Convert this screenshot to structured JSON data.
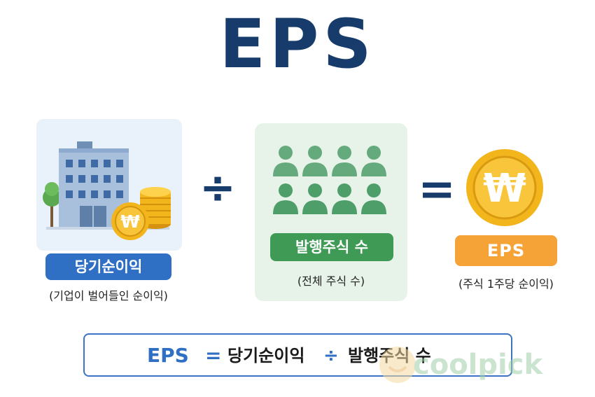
{
  "title": "EPS",
  "company_block": {
    "label": "당기순이익",
    "caption": "(기업이 벌어들인 순이익)",
    "icon": "building-with-coins-icon"
  },
  "operators": {
    "divide": "÷",
    "equals": "="
  },
  "shares_block": {
    "label": "발행주식 수",
    "caption": "(전체 주식 수)",
    "icon": "people-group-icon"
  },
  "eps_block": {
    "label": "EPS",
    "caption": "(주식 1주당 순이익)",
    "icon": "won-coin-icon",
    "coin_symbol": "₩"
  },
  "formula": {
    "eps": "EPS",
    "equals": "=",
    "net_income": "당기순이익",
    "divide": "÷",
    "shares": "발행주식 수"
  },
  "watermark": {
    "text": "coolpick"
  },
  "colors": {
    "navy": "#173c6b",
    "blue": "#2f6fc4",
    "green": "#3f9a55",
    "orange": "#f5a236",
    "gold": "#f2b51c"
  }
}
